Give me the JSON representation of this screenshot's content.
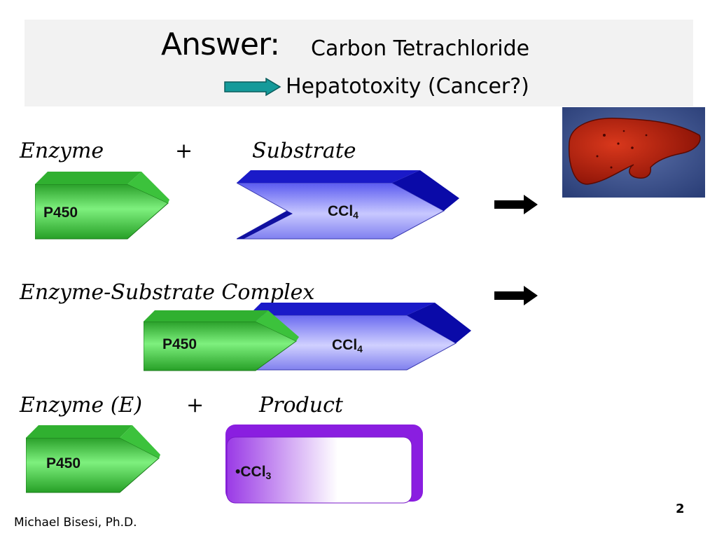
{
  "title": {
    "answer": "Answer:",
    "chemical": "Carbon Tetrachloride",
    "effect": "Hepatotoxity (Cancer?)",
    "colors": {
      "background": "#f2f2f2",
      "arrow_fill": "#159a9a"
    },
    "arrow_icon": "teal-right-arrow-icon"
  },
  "row1": {
    "enzyme_label": "Enzyme",
    "plus": "+",
    "substrate_label": "Substrate",
    "enzyme_text": "P450",
    "substrate_base": "CCl",
    "substrate_sub": "4"
  },
  "row2": {
    "complex_label": "Enzyme-Substrate Complex",
    "enzyme_text": "P450",
    "substrate_base": "CCl",
    "substrate_sub": "4"
  },
  "row3": {
    "enzyme_label": "Enzyme (E)",
    "plus": "+",
    "product_label": "Product",
    "enzyme_text": "P450",
    "product_prefix": "•",
    "product_base": "CCl",
    "product_sub": "3"
  },
  "colors": {
    "enzyme_green": "#3fc43f",
    "substrate_blue": "#1f1fcf",
    "product_purple": "#8a1ee0"
  },
  "footer": {
    "author": "Michael Bisesi, Ph.D.",
    "page": "2"
  }
}
